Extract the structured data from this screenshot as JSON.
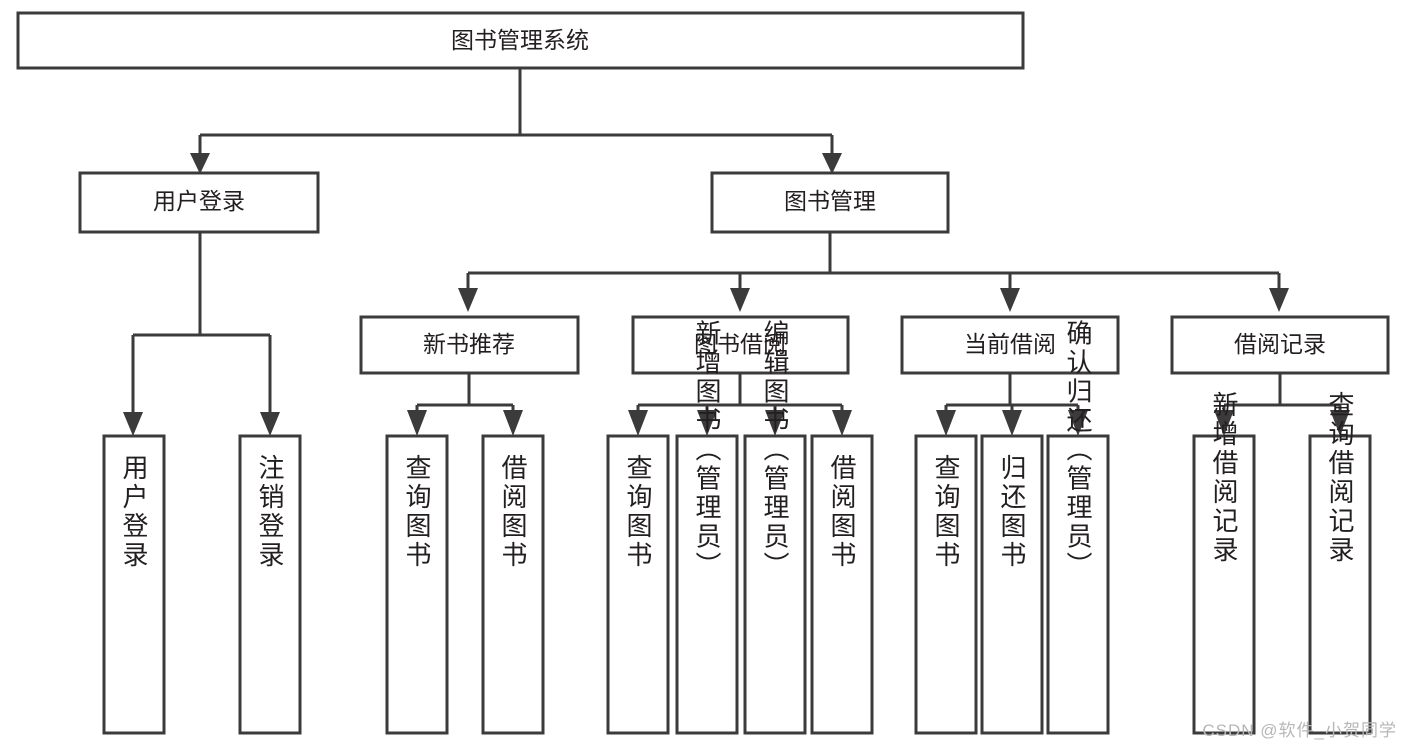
{
  "diagram": {
    "type": "tree",
    "title": "图书管理系统",
    "watermark": "CSDN @软件_小贺同学",
    "levels": {
      "root": {
        "label": "图书管理系统"
      },
      "level2": [
        {
          "label": "用户登录"
        },
        {
          "label": "图书管理"
        }
      ],
      "level3": [
        {
          "label": "新书推荐"
        },
        {
          "label": "图书借阅"
        },
        {
          "label": "当前借阅"
        },
        {
          "label": "借阅记录"
        }
      ],
      "leaves": {
        "user_login": [
          {
            "label": "用户登录"
          },
          {
            "label": "注销登录"
          }
        ],
        "new_book_recommend": [
          {
            "label": "查询图书"
          },
          {
            "label": "借阅图书"
          }
        ],
        "book_borrow": [
          {
            "label": "查询图书"
          },
          {
            "label": "新增图书（管理员）"
          },
          {
            "label": "编辑图书（管理员）"
          },
          {
            "label": "借阅图书"
          }
        ],
        "current_borrow": [
          {
            "label": "查询图书"
          },
          {
            "label": "归还图书"
          },
          {
            "label": "确认归还（管理员）"
          }
        ],
        "borrow_record": [
          {
            "label": "新增借阅记录"
          },
          {
            "label": "查询借阅记录"
          }
        ]
      }
    },
    "colors": {
      "box_stroke": "#3b3b3b",
      "box_fill": "#ffffff",
      "text": "#231f20",
      "watermark": "#b7b7b7",
      "background": "#ffffff"
    }
  }
}
